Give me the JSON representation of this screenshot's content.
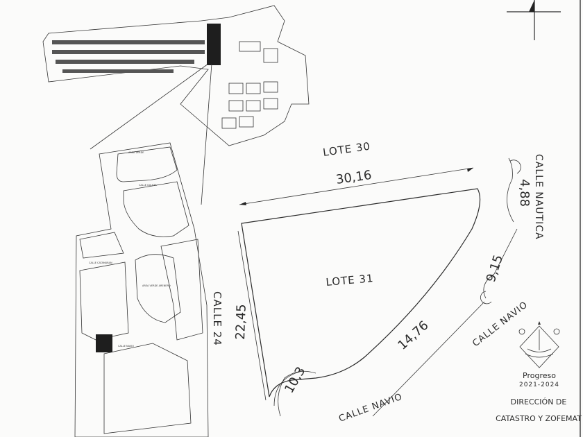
{
  "plan": {
    "lot_labels": {
      "lote_30": "LOTE 30",
      "lote_31": "LOTE 31"
    },
    "dimensions": {
      "top": "30,16",
      "left": "22,45",
      "diagonal": "14,76",
      "curve_right": "9,15",
      "curve_top": "4,88",
      "curve_bottom": "10,3"
    },
    "streets": {
      "calle_24": "CALLE 24",
      "calle_nautica": "CALLE NAUTICA",
      "calle_navio_upper": "CALLE NAVIO",
      "calle_navio_lower": "CALLE NAVIO"
    },
    "inset_labels": {
      "area_verde": "AREA VERDE",
      "calle_galeta": "CALLE GALETA",
      "calle_catamaran": "CALLE CATAMARAN",
      "area_verde_arenero": "AREA VERDE ARENERO",
      "calle_navio": "CALLE NAVIO"
    }
  },
  "seal": {
    "name": "Progreso",
    "years": "2021-2024",
    "department_line1": "DIRECCIÓN DE",
    "department_line2": "CATASTRO Y ZOFEMAT"
  }
}
